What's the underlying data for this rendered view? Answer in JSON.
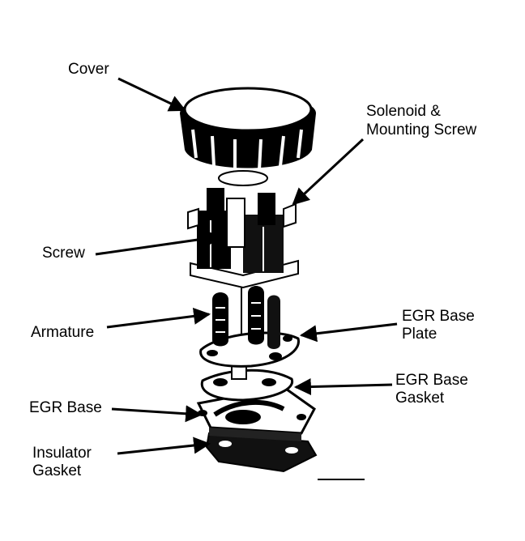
{
  "labels": {
    "cover": "Cover",
    "solenoid_line1": "Solenoid &",
    "solenoid_line2": "Mounting Screw",
    "screw": "Screw",
    "armature": "Armature",
    "egr_base_plate_line1": "EGR Base",
    "egr_base_plate_line2": "Plate",
    "egr_base_gasket_line1": "EGR Base",
    "egr_base_gasket_line2": "Gasket",
    "egr_base": "EGR Base",
    "insulator_line1": "Insulator",
    "insulator_line2": "Gasket"
  },
  "colors": {
    "ink": "#000000",
    "paper": "#ffffff"
  }
}
